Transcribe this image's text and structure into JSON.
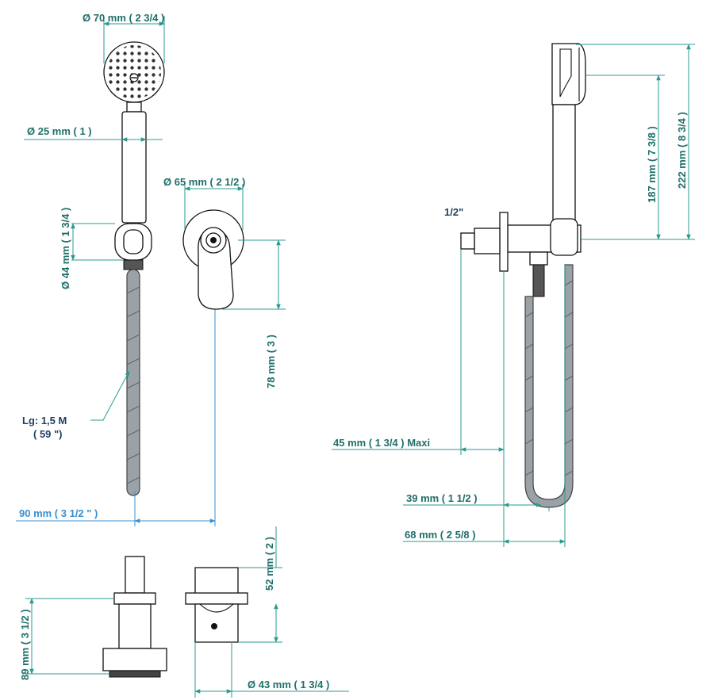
{
  "colors": {
    "dimension_teal": "#1f6f6a",
    "dimension_line": "#2a9a90",
    "dimension_blue": "#3a8fd0",
    "outline": "#111111",
    "hose_fill": "#9aa2a8"
  },
  "dimensions": {
    "head_diameter": "Ø 70 mm ( 2 3/4 )",
    "handle_diameter": "Ø 25 mm ( 1 )",
    "bracket_height": "Ø 44 mm ( 1 3/4 )",
    "wall_cover_diameter": "Ø 65 mm ( 2 1/2 )",
    "wall_cover_height": "78 mm ( 3 )",
    "hose_length_line1": "Lg: 1,5 M",
    "hose_length_line2": "( 59 \")",
    "projection_90": "90 mm ( 3 1/2 \" )",
    "thread": "1/2\"",
    "handset_187": "187 mm ( 7 3/8 )",
    "handset_222": "222 mm ( 8 3/4 )",
    "maxi_45": "45 mm ( 1 3/4 ) Maxi",
    "depth_39": "39 mm ( 1 1/2 )",
    "depth_68": "68 mm ( 2 5/8 )",
    "valve_89": "89 mm ( 3 1/2 )",
    "valve_52": "52 mm ( 2 )",
    "valve_43": "Ø 43 mm ( 1 3/4 )"
  }
}
